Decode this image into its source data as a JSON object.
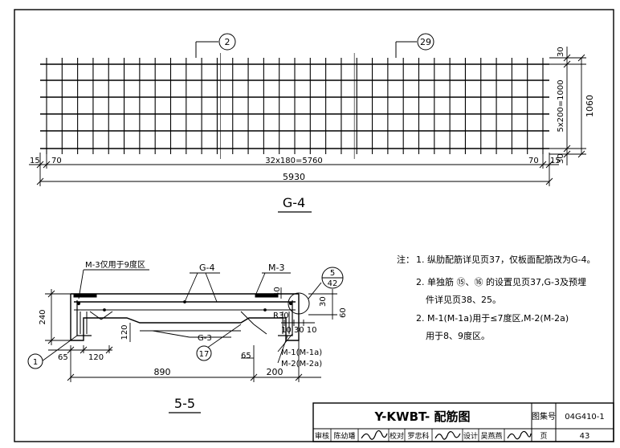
{
  "plan": {
    "callout_2": "2",
    "callout_29": "29",
    "dim_top_30": "30",
    "dim_vertical_5x200": "5x200=1000",
    "dim_total_1060": "1060",
    "dim_bottom_30": "30",
    "dim_left_15": "15",
    "dim_left_70": "70",
    "dim_mid_32x180": "32x180=5760",
    "dim_right_70": "70",
    "dim_right_15": "15",
    "dim_overall_5930": "5930",
    "title": "G-4"
  },
  "section": {
    "label_m3_note": "M-3仅用于9度区",
    "label_g4": "G-4",
    "label_m3": "M-3",
    "detail_top": "5",
    "detail_bottom": "42",
    "dim_40": "40",
    "dim_30": "30",
    "dim_60": "60",
    "r30": "R30",
    "dim_10_30_10": "10 30 10",
    "dim_240": "240",
    "dim_120_v": "120",
    "label_g3": "G-3",
    "callout_1": "1",
    "dim_65_left": "65",
    "dim_120_h": "120",
    "callout_17": "17",
    "dim_65_right": "65",
    "label_m1": "M-1(M-1a)",
    "label_m2": "M-2(M-2a)",
    "dim_890": "890",
    "dim_200": "200",
    "title": "5-5"
  },
  "notes": {
    "prefix": "注：",
    "items": [
      "1. 纵肋配筋详见页37，仅板面配筋改为G-4。",
      "2. 单独筋 ⑮、⑯ 的设置见页37,G-3及预埋",
      "件详见页38、25。",
      "2. M-1(M-1a)用于≤7度区,M-2(M-2a)",
      "用于8、9度区。"
    ]
  },
  "title_block": {
    "drawing_title": "Y-KWBT- 配筋图",
    "atlas_label": "图集号",
    "atlas_number": "04G410-1",
    "review_label": "审核",
    "review_name": "陈幼璠",
    "check_label": "校对",
    "check_name": "罗忠科",
    "design_label": "设计",
    "design_name": "吴燕燕",
    "page_label": "页",
    "page_number": "43"
  }
}
